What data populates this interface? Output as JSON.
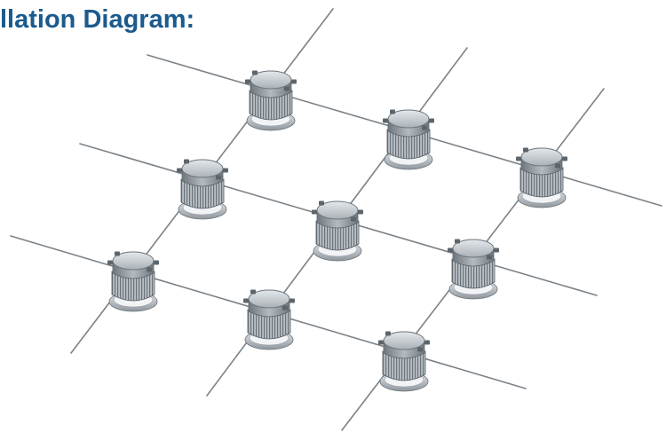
{
  "page": {
    "title": "llation Diagram:"
  },
  "diagram": {
    "type": "grid-installation",
    "grid": {
      "rows": 3,
      "columns": 3,
      "node_count": 9
    },
    "node_label": "light-fixture",
    "colors": {
      "title": "#1b5a8d",
      "cable": "#7b8288",
      "fixture_top": "#c8ced4",
      "fixture_body": "#8e969d",
      "fixture_fins": "#a9b0b6",
      "fixture_base": "#d9dde1"
    }
  }
}
